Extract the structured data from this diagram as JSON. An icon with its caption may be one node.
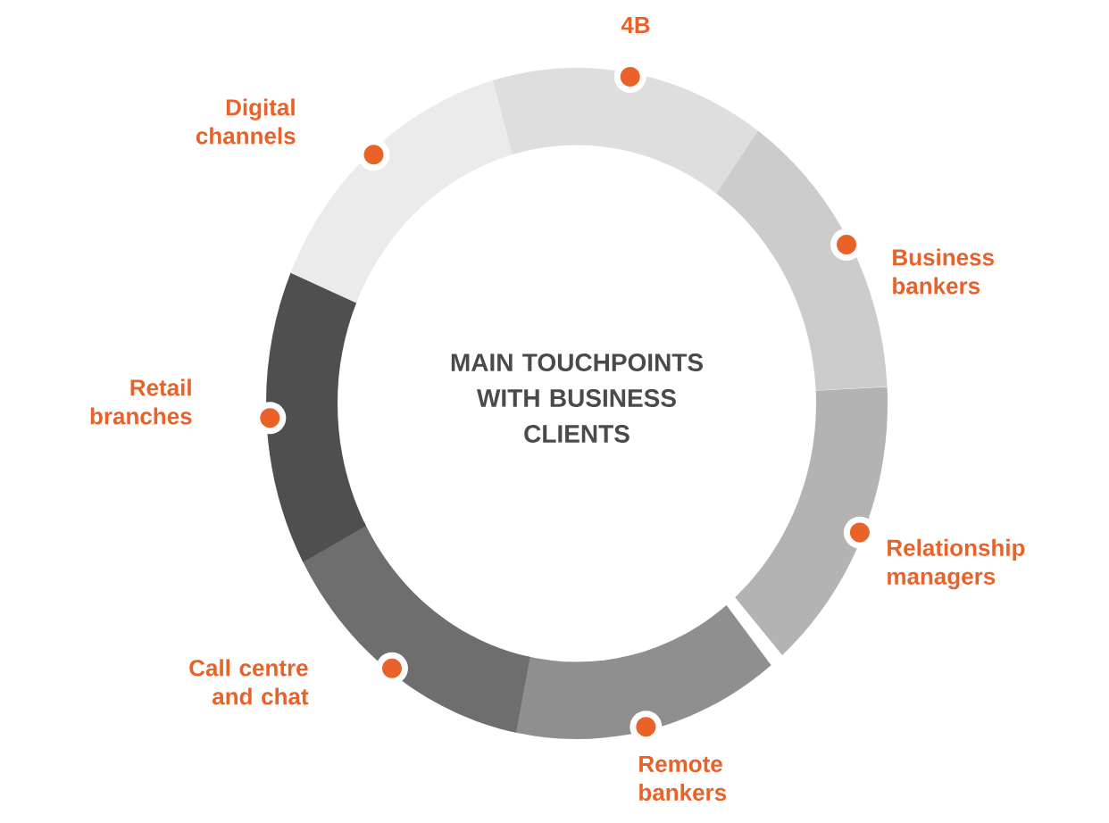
{
  "diagram": {
    "title": "MAIN TOUCHPOINTS WITH BUSINESS CLIENTS",
    "nodes": [
      {
        "text": [
          "4B"
        ]
      },
      {
        "text": [
          "Business bankers"
        ]
      },
      {
        "text": [
          "Relationship managers"
        ]
      },
      {
        "text": [
          "Remote bankers"
        ]
      },
      {
        "text": [
          "Call centre and chat"
        ]
      },
      {
        "text": [
          "Retail branches"
        ]
      },
      {
        "text": [
          "Digital channels"
        ]
      }
    ]
  }
}
